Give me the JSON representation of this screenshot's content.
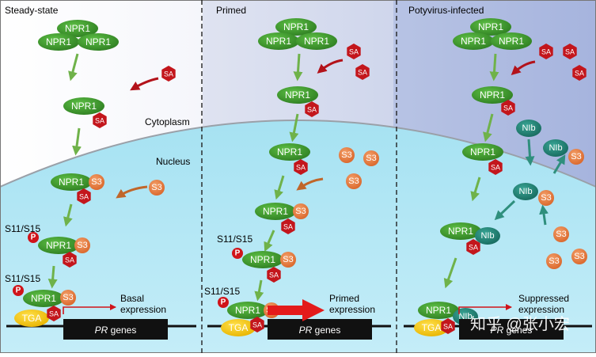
{
  "panels": {
    "steady": "Steady-state",
    "primed": "Primed",
    "infected": "Potyvirus-infected"
  },
  "compartments": {
    "cytoplasm": "Cytoplasm",
    "nucleus": "Nucleus"
  },
  "molecules": {
    "npr1": "NPR1",
    "sa": "SA",
    "s3": "S3",
    "p": "P",
    "tga": "TGA",
    "nib": "NIb",
    "phospho_site": "S11/S15"
  },
  "outcomes": {
    "basal": [
      "Basal",
      "expression"
    ],
    "primed": [
      "Primed",
      "expression"
    ],
    "suppressed": [
      "Suppressed",
      "expression"
    ]
  },
  "genes": {
    "italic": "PR",
    "rest": " genes"
  },
  "watermark": "知乎 @张小宏",
  "colors": {
    "npr1": "#3d9a2e",
    "sa": "#c3161c",
    "s3": "#e8783a",
    "nib": "#1f7f74",
    "tga": "#f5c400",
    "p": "#d0141a",
    "green_arrow": "#6fb24a",
    "red_arrow": "#b3121a",
    "orange_arrow": "#c0662a",
    "teal_arrow": "#2f8f7d"
  }
}
